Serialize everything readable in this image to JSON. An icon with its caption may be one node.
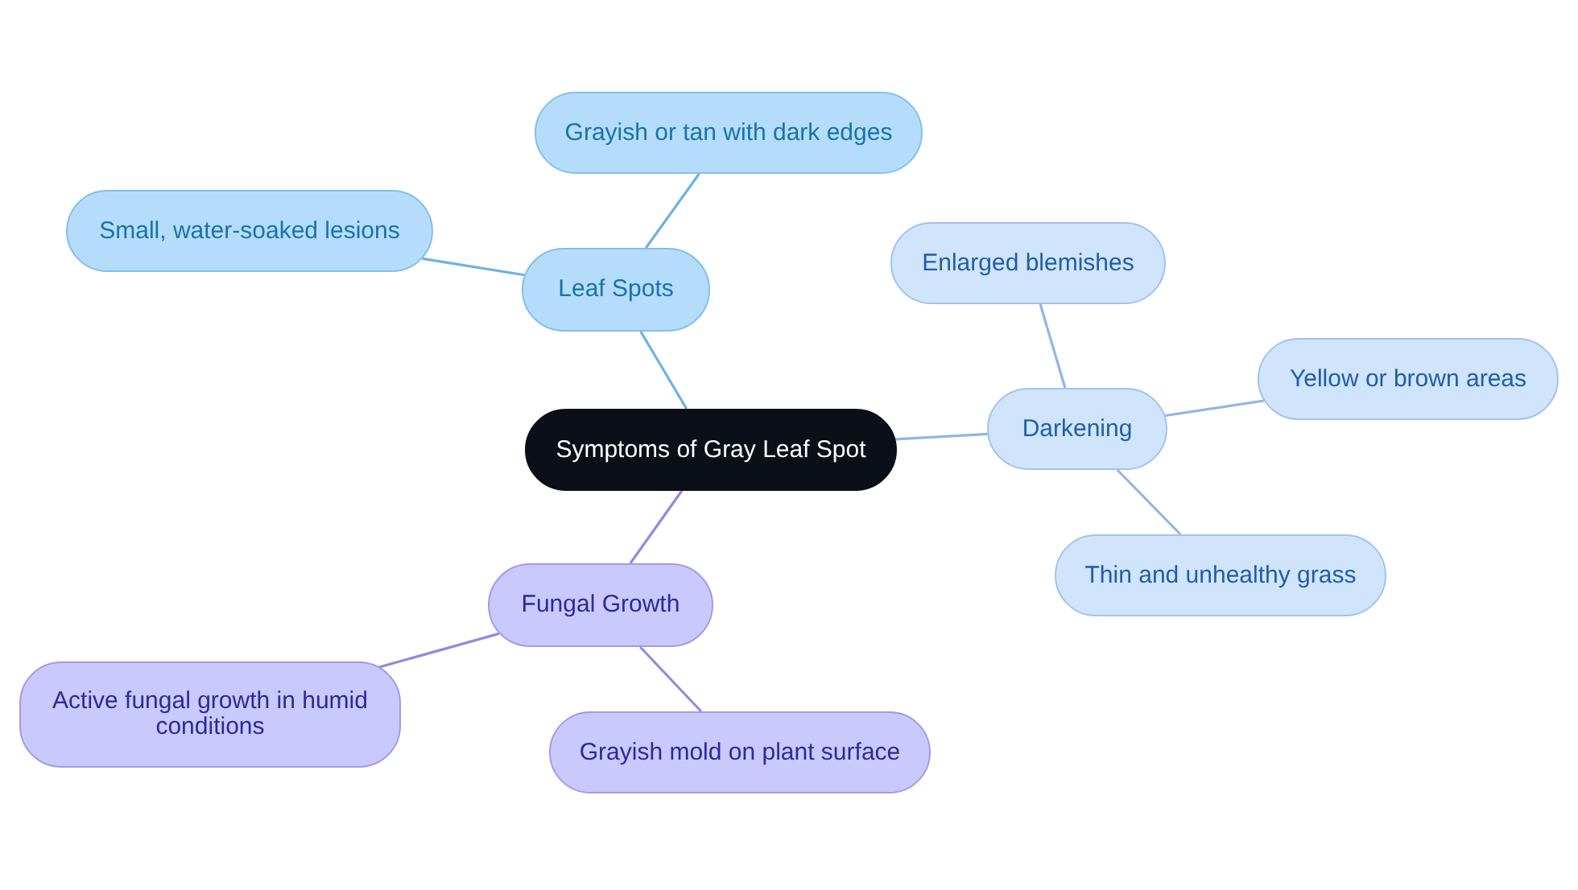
{
  "diagram": {
    "nodes": [
      {
        "text": [
          "Symptoms of Gray Leaf Spot"
        ]
      },
      {
        "text": [
          "Leaf Spots"
        ]
      },
      {
        "text": [
          "Small, water-soaked lesions"
        ]
      },
      {
        "text": [
          "Grayish or tan with dark edges"
        ]
      },
      {
        "text": [
          "Darkening"
        ]
      },
      {
        "text": [
          "Enlarged blemishes"
        ]
      },
      {
        "text": [
          "Yellow or brown areas"
        ]
      },
      {
        "text": [
          "Thin and unhealthy grass"
        ]
      },
      {
        "text": [
          "Fungal Growth"
        ]
      },
      {
        "text": [
          "Active fungal growth in humid conditions"
        ]
      },
      {
        "text": [
          "Grayish mold on plant surface"
        ]
      }
    ],
    "edges": [
      {
        "from": 0,
        "to": 1,
        "arrow": "none",
        "color": "#6cb2e2"
      },
      {
        "from": 1,
        "to": 2,
        "arrow": "none",
        "color": "#6cb2e2"
      },
      {
        "from": 1,
        "to": 3,
        "arrow": "none",
        "color": "#6cb2e2"
      },
      {
        "from": 0,
        "to": 4,
        "arrow": "none"
      },
      {
        "from": 4,
        "to": 5,
        "arrow": "none"
      },
      {
        "from": 4,
        "to": 6,
        "arrow": "none"
      },
      {
        "from": 4,
        "to": 7,
        "arrow": "none"
      },
      {
        "from": 0,
        "to": 8,
        "arrow": "none",
        "color": "#8e8ce0"
      },
      {
        "from": 8,
        "to": 9,
        "arrow": "none",
        "color": "#8e8ce0"
      },
      {
        "from": 8,
        "to": 10,
        "arrow": "none",
        "color": "#8e8ce0"
      }
    ]
  }
}
